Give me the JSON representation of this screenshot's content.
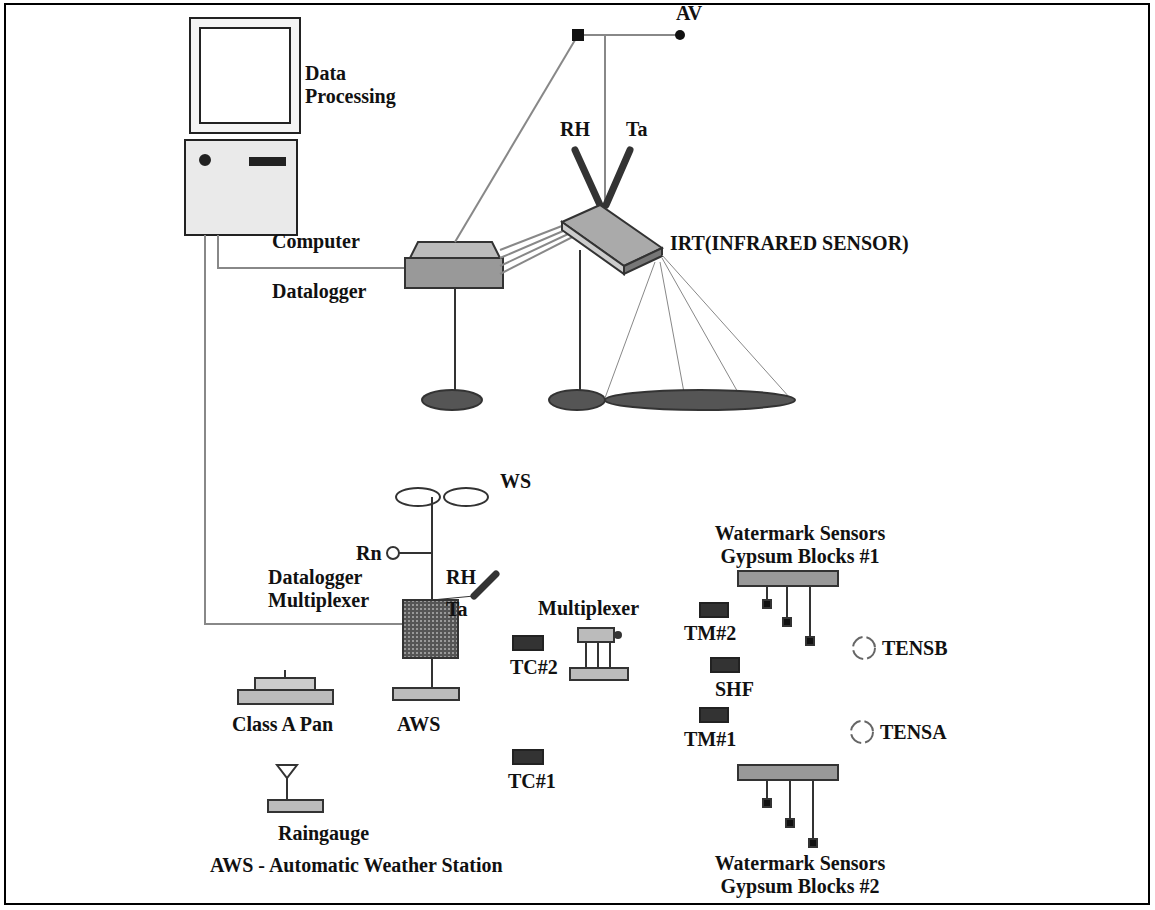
{
  "diagram": {
    "labels": [
      "AV",
      "Data Processing",
      "RH",
      "Ta",
      "Computer",
      "IRT(INFRARED SENSOR)",
      "Datalogger",
      "WS",
      "Rn",
      "RH",
      "Ta",
      "Datalogger Multiplexer",
      "Watermark Sensors Gypsum Blocks #1",
      "Multiplexer",
      "TM#2",
      "TENSB",
      "TC#2",
      "SHF",
      "Class A Pan",
      "AWS",
      "TM#1",
      "TENSA",
      "TC#1",
      "Raingauge",
      "AWS - Automatic Weather Station",
      "Watermark Sensors Gypsum Blocks #2"
    ]
  }
}
